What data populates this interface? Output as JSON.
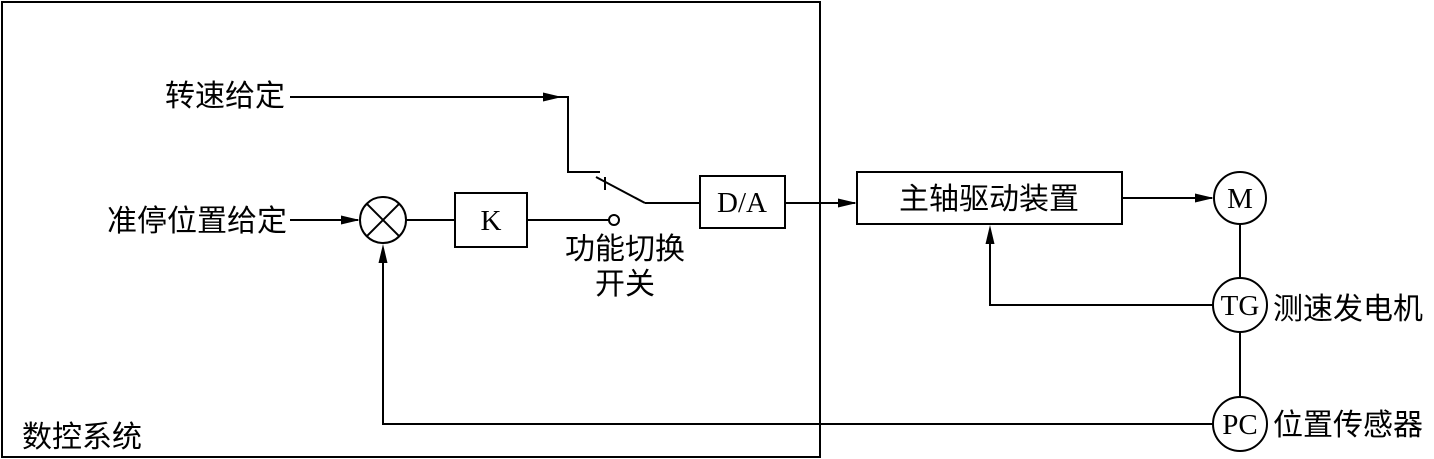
{
  "system_label": "数控系统",
  "inputs": {
    "speed_command": "转速给定",
    "orient_position_command": "准停位置给定"
  },
  "blocks": {
    "gain": "K",
    "dac": "D/A",
    "spindle_drive": "主轴驱动装置",
    "motor": "M",
    "tachogenerator": "TG",
    "position_sensor": "PC"
  },
  "labels": {
    "switch_line1": "功能切换",
    "switch_line2": "开关",
    "tachogenerator": "测速发电机",
    "position_sensor": "位置传感器"
  }
}
